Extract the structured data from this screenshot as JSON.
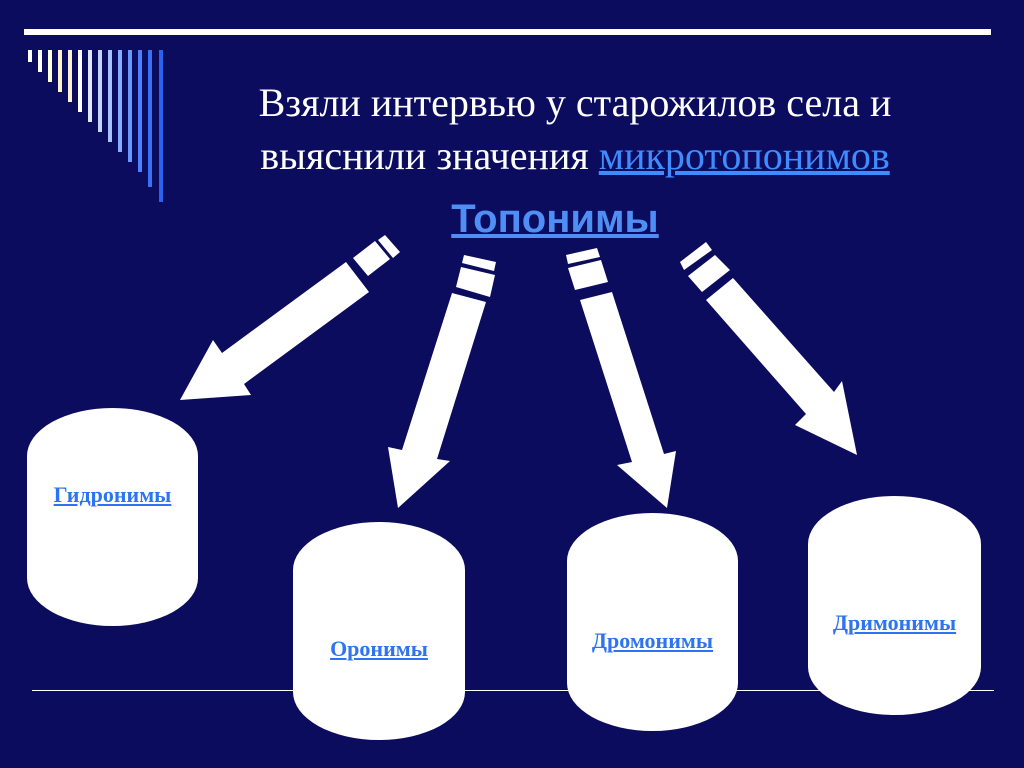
{
  "slide": {
    "title_line1": "Взяли интервью у старожилов села и",
    "title_line2_prefix": "выяснили значения ",
    "title_link": "микротопонимов",
    "center_label": "Топонимы"
  },
  "categories": [
    {
      "label": "Гидронимы"
    },
    {
      "label": "Оронимы"
    },
    {
      "label": "Дромонимы"
    },
    {
      "label": "Дримонимы"
    }
  ],
  "colors": {
    "background": "#0c0c5e",
    "link": "#3f8cff",
    "label": "#2e74f0",
    "shape": "#ffffff"
  }
}
